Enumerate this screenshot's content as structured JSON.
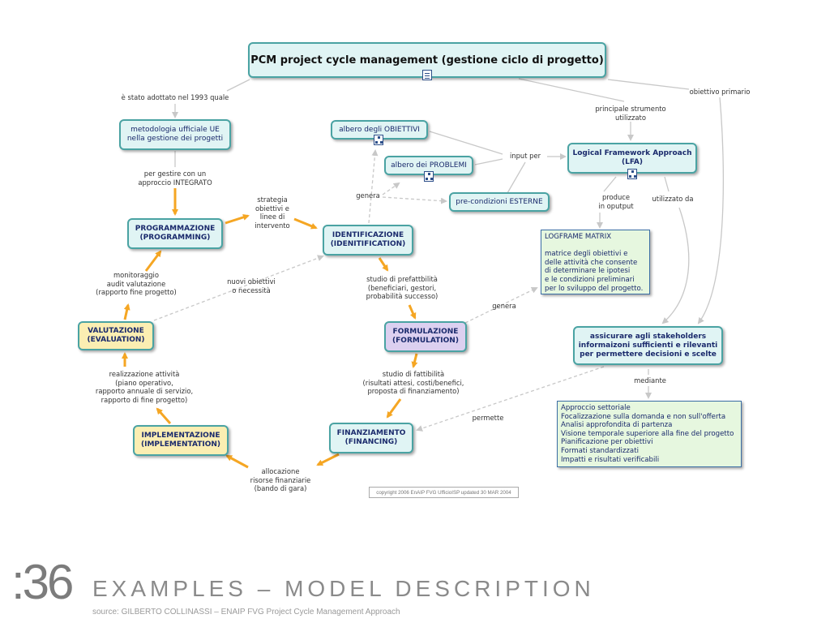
{
  "nodes": {
    "pcm": "PCM project cycle management (gestione ciclo di progetto)",
    "metodologia": "metodologia ufficiale UE\nnella gestione dei progetti",
    "programmazione": "PROGRAMMAZIONE\n(PROGRAMMING)",
    "identificazione": "IDENTIFICAZIONE\n(IDENITIFICATION)",
    "formulazione": "FORMULAZIONE\n(FORMULATION)",
    "finanziamento": "FINANZIAMENTO\n(FINANCING)",
    "implementazione": "IMPLEMENTAZIONE\n(IMPLEMENTATION)",
    "valutazione": "VALUTAZIONE\n(EVALUATION)",
    "albero_obiettivi": "albero degli OBIETTIVI",
    "albero_problemi": "albero dei PROBLEMI",
    "precondizioni": "pre-condizioni ESTERNE",
    "lfa": "Logical Framework Approach\n(LFA)",
    "logframe": "LOGFRAME MATRIX\n\nmatrice degli obiettivi e\ndelle attività che consente\ndi determinare le ipotesi\ne le condizioni preliminari\nper lo sviluppo del progetto.",
    "stakeholders": "assicurare agli stakeholders\ninformaizoni sufficienti e rilevanti\nper permettere decisioni e scelte",
    "approcci": "Approccio settoriale\nFocalizzazione sulla domanda e non sull'offerta\nAnalisi approfondita di partenza\nVisione temporale superiore alla fine del progetto\nPianificazione per obiettivi\nFormati standardizzati\nImpatti e risultati verificabili"
  },
  "labels": {
    "adottato": "è stato adottato nel 1993 quale",
    "obiettivo_primario": "obiettivo primario",
    "principale_strumento": "principale strumento\nutilizzato",
    "per_gestire": "per gestire con un\napproccio INTEGRATO",
    "input_per": "input per",
    "genera_1": "genera",
    "strategia": "strategia\nobiettivi e\nlinee di\nintervento",
    "produce": "produce\nin oputput",
    "utilizzato_da": "utilizzato da",
    "monitoraggio": "monitoraggio\naudit valutazione\n(rapporto fine progetto)",
    "nuovi_obiettivi": "nuovi obiettivi\no necessità",
    "studio_prefattibilita": "studio di prefattbilità\n(beneficiari, gestori,\nprobabilità successo)",
    "genera_2": "genera",
    "realizzazione": "realizzazione attività\n(piano operativo,\nrapporto annuale di servizio,\nrapporto di fine progetto)",
    "studio_fattibilita": "studio di fattibilità\n(risultati attesi, costi/benefici,\nproposta di finanziamento)",
    "mediante": "mediante",
    "permette": "permette",
    "allocazione": "allocazione\nrisorse finanziarie\n(bando di gara)"
  },
  "copyright": "copyright 2006 EnAIP FVG UfficioISP updated 30 MAR 2004",
  "slide": {
    "number": ":36",
    "title": "EXAMPLES – MODEL DESCRIPTION",
    "source": "source: GILBERTO COLLINASSI – ENAIP FVG  Project Cycle Management Approach"
  },
  "colors": {
    "cycle_arrow": "#f5a623",
    "link_arrow": "#c8c8c8",
    "node_border": "#4aa3a3",
    "node_fill": "#e0f4f4",
    "phase_yellow": "#fbeeb2",
    "phase_purple": "#dcd0f0",
    "note_green": "#e6f7df"
  },
  "icons": [
    "document-icon",
    "tree-diagram-icon"
  ]
}
